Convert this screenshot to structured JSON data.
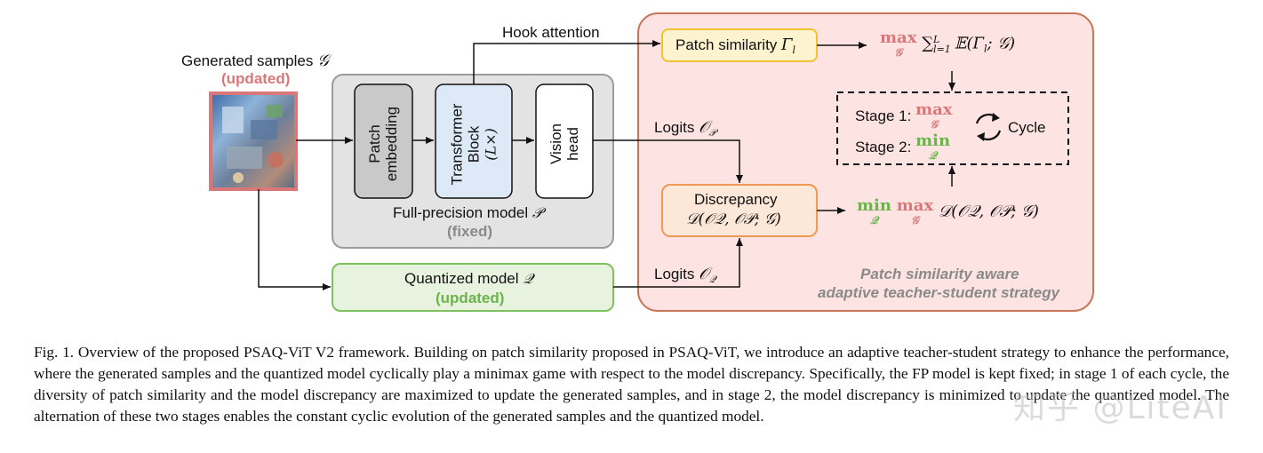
{
  "generated": {
    "label": "Generated samples",
    "symbol": "𝒢",
    "status": "(updated)"
  },
  "fp_model": {
    "modules": [
      {
        "lines": [
          "Patch",
          "embedding"
        ]
      },
      {
        "lines": [
          "Transformer",
          "Block",
          "(L×)"
        ]
      },
      {
        "lines": [
          "Vision",
          "head"
        ]
      }
    ],
    "label": "Full-precision model",
    "symbol": "𝒫",
    "status": "(fixed)"
  },
  "quant_model": {
    "label": "Quantized model",
    "symbol": "𝒬",
    "status": "(updated)"
  },
  "hook_label": "Hook attention",
  "patch_similarity": {
    "label": "Patch similarity",
    "symbol": "Γ",
    "sub": "l"
  },
  "objective_top": {
    "max": "max",
    "under": "𝒢",
    "sum": "∑",
    "sum_sup": "L",
    "sum_sub": "l=1",
    "expr": "𝔼(Γ",
    "expr_sub": "l",
    "expr_tail": "; 𝒢)"
  },
  "stages": {
    "stage1_label": "Stage 1:",
    "stage1_op": "max",
    "stage1_under": "𝒢",
    "stage2_label": "Stage 2:",
    "stage2_op": "min",
    "stage2_under": "𝒬",
    "cycle_label": "Cycle"
  },
  "logits_fp": {
    "label": "Logits",
    "symbol": "𝒪",
    "sub": "𝒫"
  },
  "logits_q": {
    "label": "Logits",
    "symbol": "𝒪",
    "sub": "𝒬"
  },
  "discrepancy": {
    "label": "Discrepancy",
    "expr": "𝒟(𝒪𝒬, 𝒪𝒫; 𝒢)"
  },
  "objective_bottom": {
    "min": "min",
    "min_under": "𝒬",
    "max": "max",
    "max_under": "𝒢",
    "expr": "𝒟(𝒪𝒬, 𝒪𝒫; 𝒢)"
  },
  "strategy": {
    "line1": "Patch similarity aware",
    "line2": "adaptive teacher-student strategy"
  },
  "caption": "Fig. 1.  Overview of the proposed PSAQ-ViT V2 framework. Building on patch similarity proposed in PSAQ-ViT, we introduce an adaptive teacher-student strategy to enhance the performance, where the generated samples and the quantized model cyclically play a minimax game with respect to the model discrepancy. Specifically, the FP model is kept fixed; in stage 1 of each cycle, the diversity of patch similarity and the model discrepancy are maximized to update the generated samples, and in stage 2, the model discrepancy is minimized to update the quantized model. The alternation of these two stages enables the constant cyclic evolution of the generated samples and the quantized model.",
  "watermark": "知乎 @LiteAI",
  "colors": {
    "strategy_fill": "#fde3e1",
    "strategy_border": "#c8765a",
    "fp_fill": "#e3e3e3",
    "fp_border": "#9b9b9b",
    "embed_fill": "#c9c9c9",
    "block_fill": "#dde9f6",
    "patch_fill": "#fef3cf",
    "patch_border": "#f2c230",
    "disc_fill": "#fde7d8",
    "disc_border": "#ee9a55",
    "quant_fill": "#e7f3df",
    "quant_border": "#7ec15d",
    "pink": "#d9787a",
    "green": "#6bb34a"
  },
  "icons": [
    "cycle-icon",
    "generated-image-thumbnail"
  ]
}
